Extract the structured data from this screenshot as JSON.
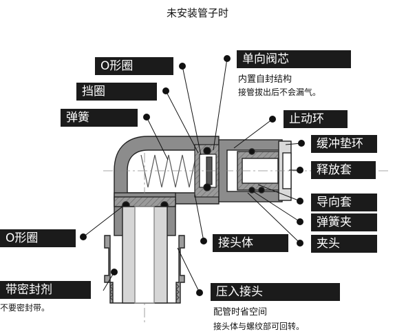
{
  "title": "未安装管子时",
  "labels": {
    "check_valve": "单向阀芯",
    "o_ring_top": "O形圈",
    "retaining_ring": "挡圈",
    "spring": "弹簧",
    "stop_ring": "止动环",
    "cushion_ring": "缓冲垫环",
    "release_sleeve": "释放套",
    "guide_sleeve": "导向套",
    "spring_clip": "弹簧夹",
    "o_ring_left": "O形圈",
    "fitting_body": "接头体",
    "clamp_head": "夹头",
    "sealant": "带密封剂",
    "press_fit": "压入接头"
  },
  "notes": {
    "check_valve_line1": "内置自封结构",
    "check_valve_line2": "接管拔出后不会漏气。",
    "sealant_line1": "不要密封带。",
    "press_fit_line1": "配管时省空间",
    "press_fit_line2": "接头体与螺纹部可回转。"
  }
}
